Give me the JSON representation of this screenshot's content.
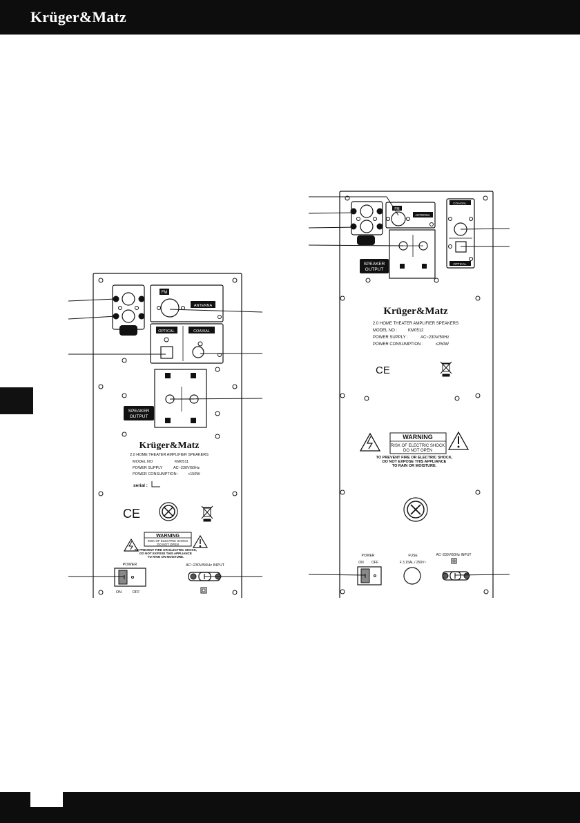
{
  "header": {
    "brand": "Krüger&Matz"
  },
  "panel_left": {
    "fm": "FM",
    "antenna": "ANTENNA",
    "optical": "OPTICAL",
    "coaxial": "COAXIAL",
    "speaker_output": [
      "SPEAKER",
      "OUTPUT"
    ],
    "brand": "Krüger&Matz",
    "product": "2.0 HOME THEATER AMPLIFIER SPEAKERS",
    "model_label": "MODEL NO",
    "model_value": "KM0511",
    "supply_label": "POWER SUPPLY",
    "supply_value": "AC~230V/50Hz",
    "consumption_label": "POWER CONSUMPTION :",
    "consumption_value": "<150W",
    "serial": "serial :",
    "ce": "CE",
    "warning_title": "WARNING",
    "warning_l1": "RISK OF ELECTRIC SHOCK",
    "warning_l2": "DO NOT OPEN",
    "caution": [
      "TO PREVENT FIRE OR ELECTRIC SHOCK,",
      "DO NOT EXPOSE THIS APPLIANCE",
      "TO RAIN OR MOISTURE."
    ],
    "power": "POWER",
    "on": "ON",
    "off": "OFF",
    "input": "AC~230V/50Hz  INPUT"
  },
  "panel_right": {
    "fm": "FM",
    "antenna": "ANTENNA",
    "coaxial": "COAXIAL",
    "optical": "OPTICAL",
    "speaker_output": [
      "SPEAKER",
      "OUTPUT"
    ],
    "brand": "Krüger&Matz",
    "product": "2.0 HOME THEATER AMPLIFIER SPEAKERS",
    "model_label": "MODEL NO :",
    "model_value": "KM0512",
    "supply_label": "POWER SUPPLY :",
    "supply_value": "AC~230V/50Hz",
    "consumption_label": "POWER CONSUMPTION :",
    "consumption_value": "≤250W",
    "ce": "CE",
    "warning_title": "WARNING",
    "warning_l1": "RISK OF ELECTRIC SHOCK",
    "warning_l2": "DO NOT OPEN",
    "caution": [
      "TO PREVENT FIRE OR ELECTRIC SHOCK,",
      "DO NOT EXPOSE THIS APPLIANCE",
      "TO RAIN OR MOISTURE."
    ],
    "power": "POWER",
    "on": "ON",
    "off": "OFF",
    "fuse": "FUSE",
    "fuse_rating": "F 3.15AL / 250V~",
    "input": "AC~230V/50Hz  INPUT"
  }
}
